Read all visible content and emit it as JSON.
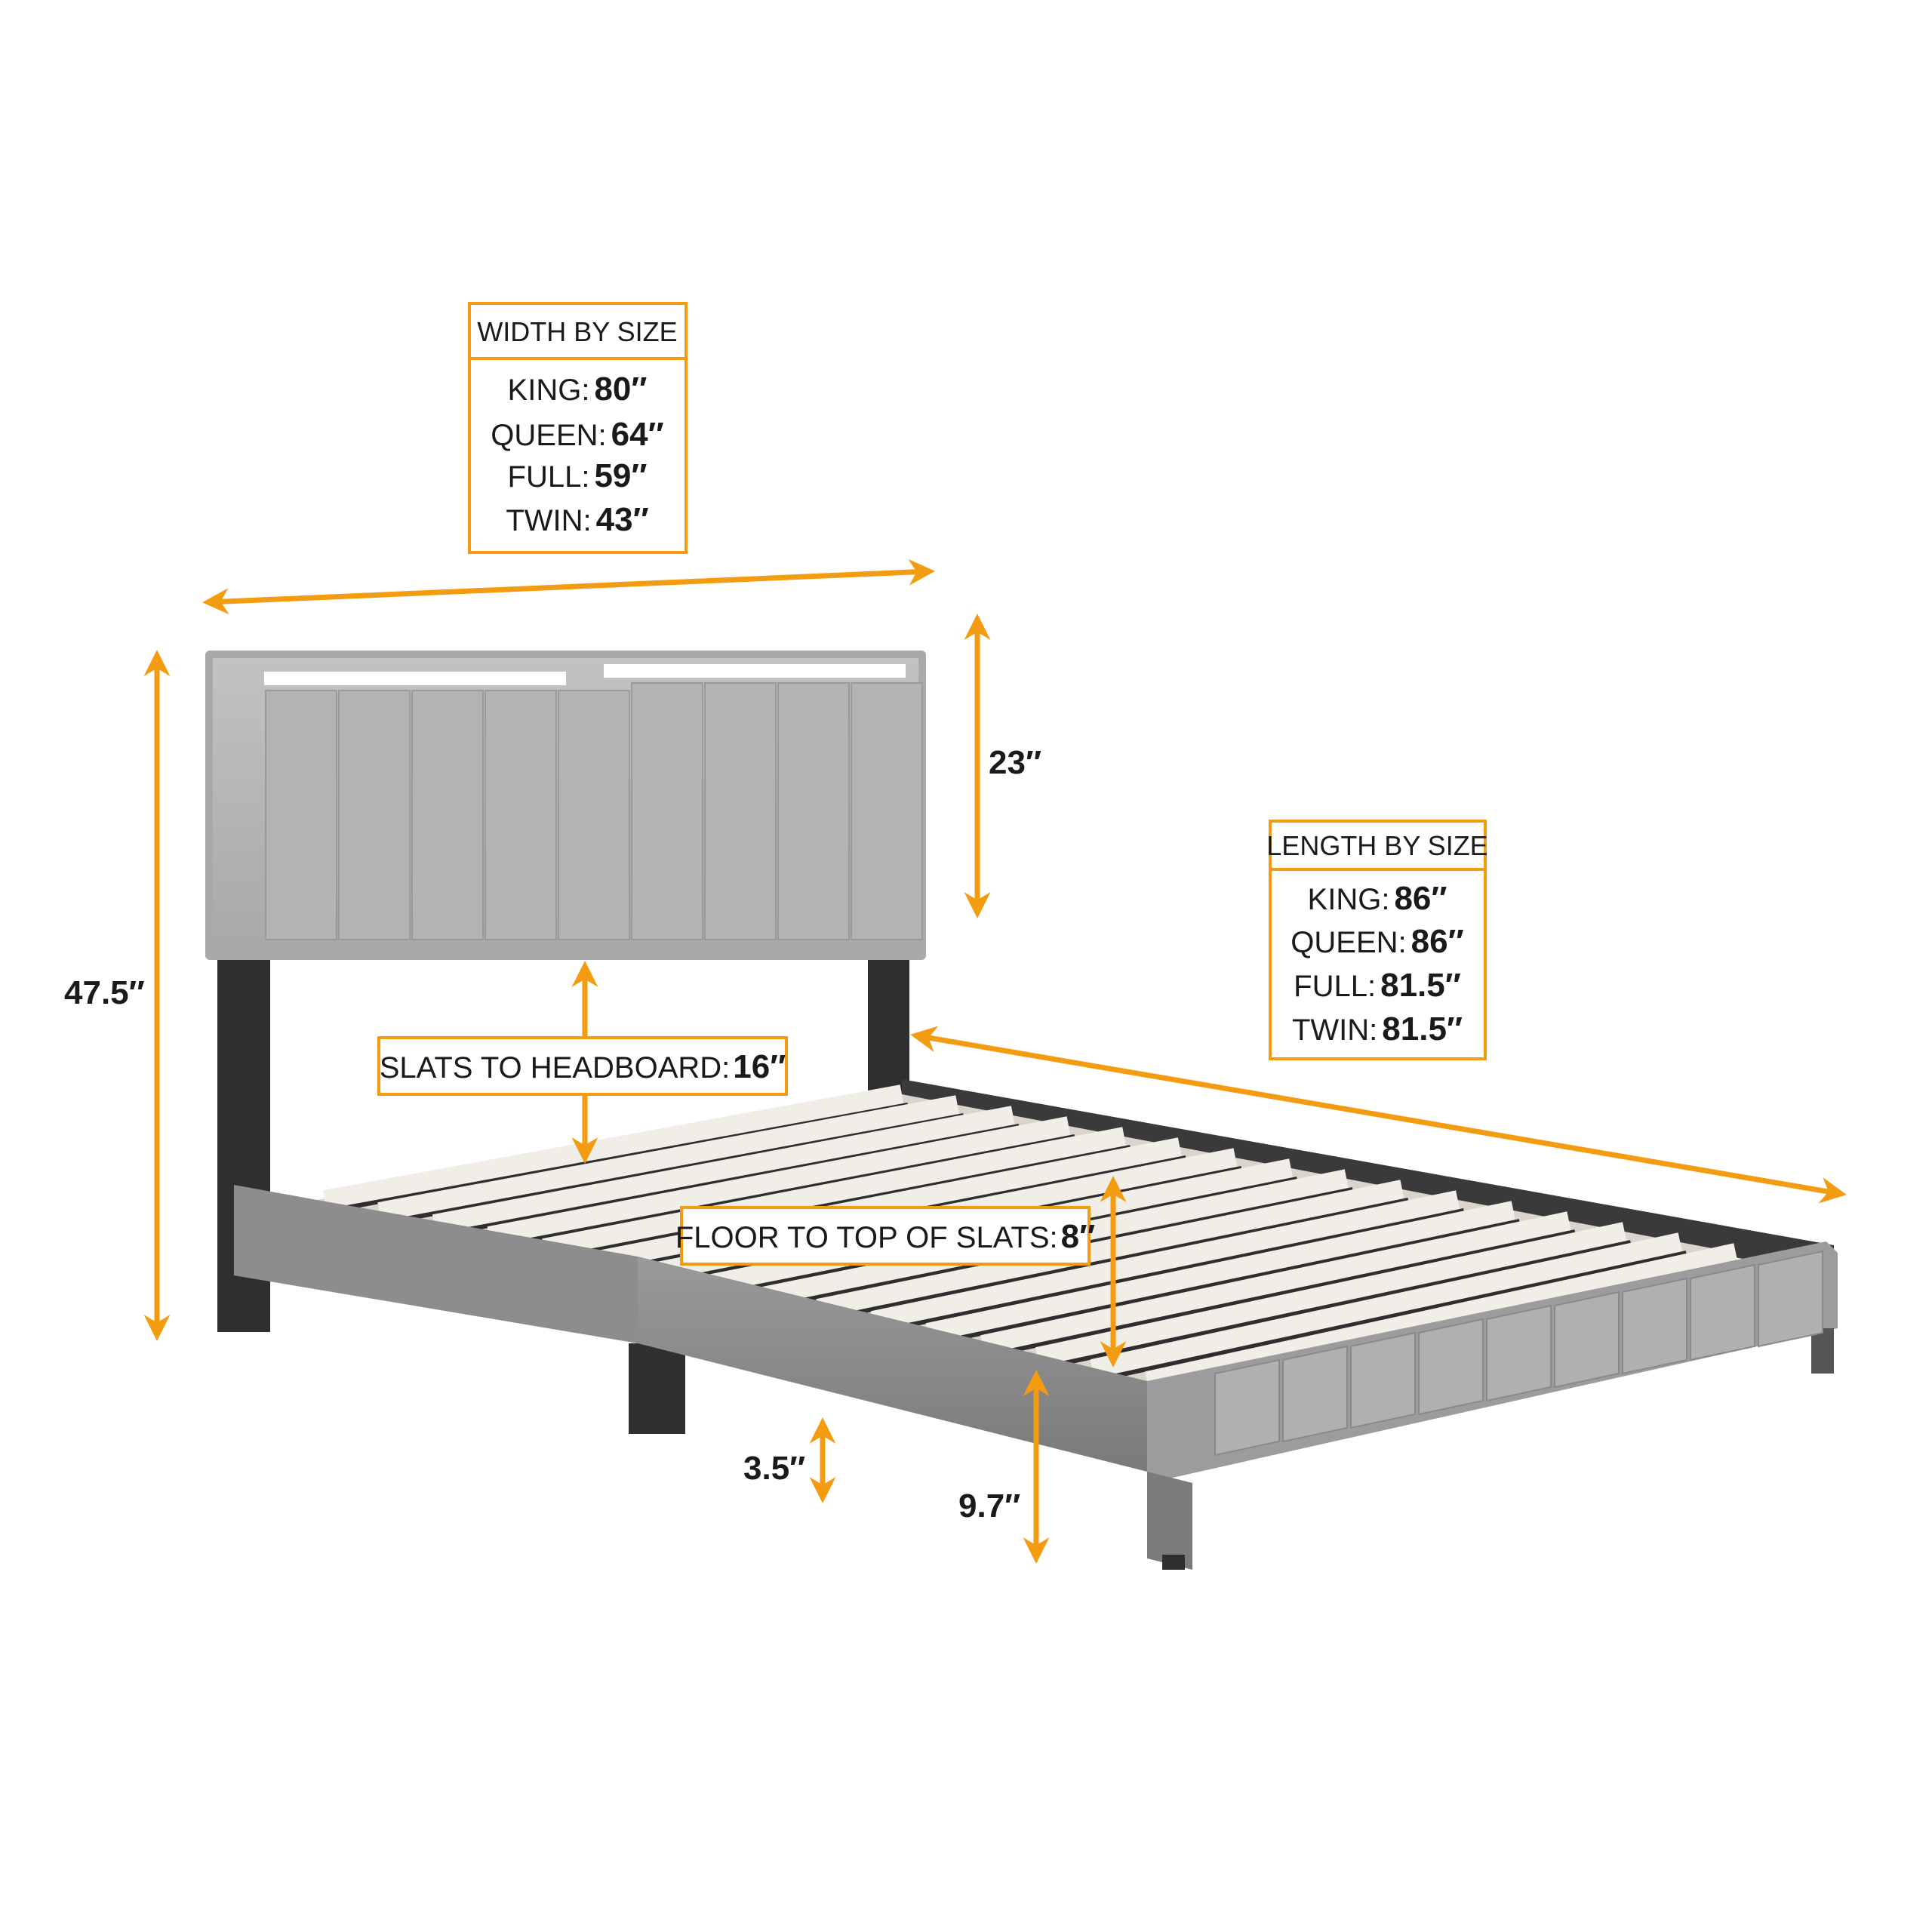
{
  "colors": {
    "accent": "#F39C12",
    "frame": "#8e8e8e",
    "frame_light": "#b6b6b6",
    "leg": "#333333",
    "slat": "#e6e1da",
    "text": "#1a1a1a"
  },
  "width_box": {
    "title": "WIDTH BY SIZE",
    "rows": [
      {
        "label": "KING:",
        "value": "80″"
      },
      {
        "label": "QUEEN:",
        "value": "64″"
      },
      {
        "label": "FULL:",
        "value": "59″"
      },
      {
        "label": "TWIN:",
        "value": "43″"
      }
    ]
  },
  "length_box": {
    "title": "LENGTH BY SIZE",
    "rows": [
      {
        "label": "KING:",
        "value": "86″"
      },
      {
        "label": "QUEEN:",
        "value": "86″"
      },
      {
        "label": "FULL:",
        "value": "81.5″"
      },
      {
        "label": "TWIN:",
        "value": "81.5″"
      }
    ]
  },
  "slats_to_headboard": {
    "label": "SLATS TO HEADBOARD:",
    "value": "16″"
  },
  "floor_to_slats": {
    "label": "FLOOR TO TOP OF SLATS:",
    "value": "8″"
  },
  "dimensions": {
    "total_height": "47.5″",
    "headboard_height": "23″",
    "leg_height": "3.5″",
    "rail_height": "9.7″"
  },
  "icons": [
    "dimension-arrow-icon"
  ]
}
